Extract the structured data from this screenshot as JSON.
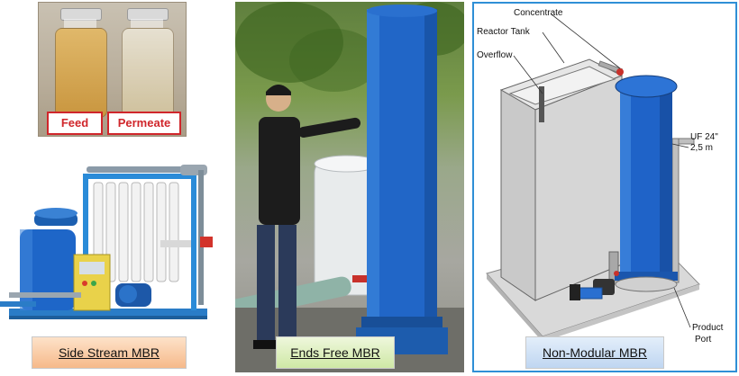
{
  "side_stream": {
    "feed_label": "Feed",
    "permeate_label": "Permeate",
    "caption": "Side Stream MBR"
  },
  "ends_free": {
    "caption": "Ends Free MBR"
  },
  "non_modular": {
    "concentrate_label": "Concentrate",
    "reactor_tank_label": "Reactor Tank",
    "overflow_label": "Overflow",
    "uf_label_line1": "UF 24\"",
    "uf_label_line2": "2,5 m",
    "product_port_line1": "Product",
    "product_port_line2": "Port",
    "caption": "Non-Modular MBR",
    "border_color": "#2f8fd6"
  },
  "colors": {
    "tag_red": "#d0262b",
    "tank_blue": "#1e66c8",
    "reactor_grey": "#c9c9c9"
  }
}
